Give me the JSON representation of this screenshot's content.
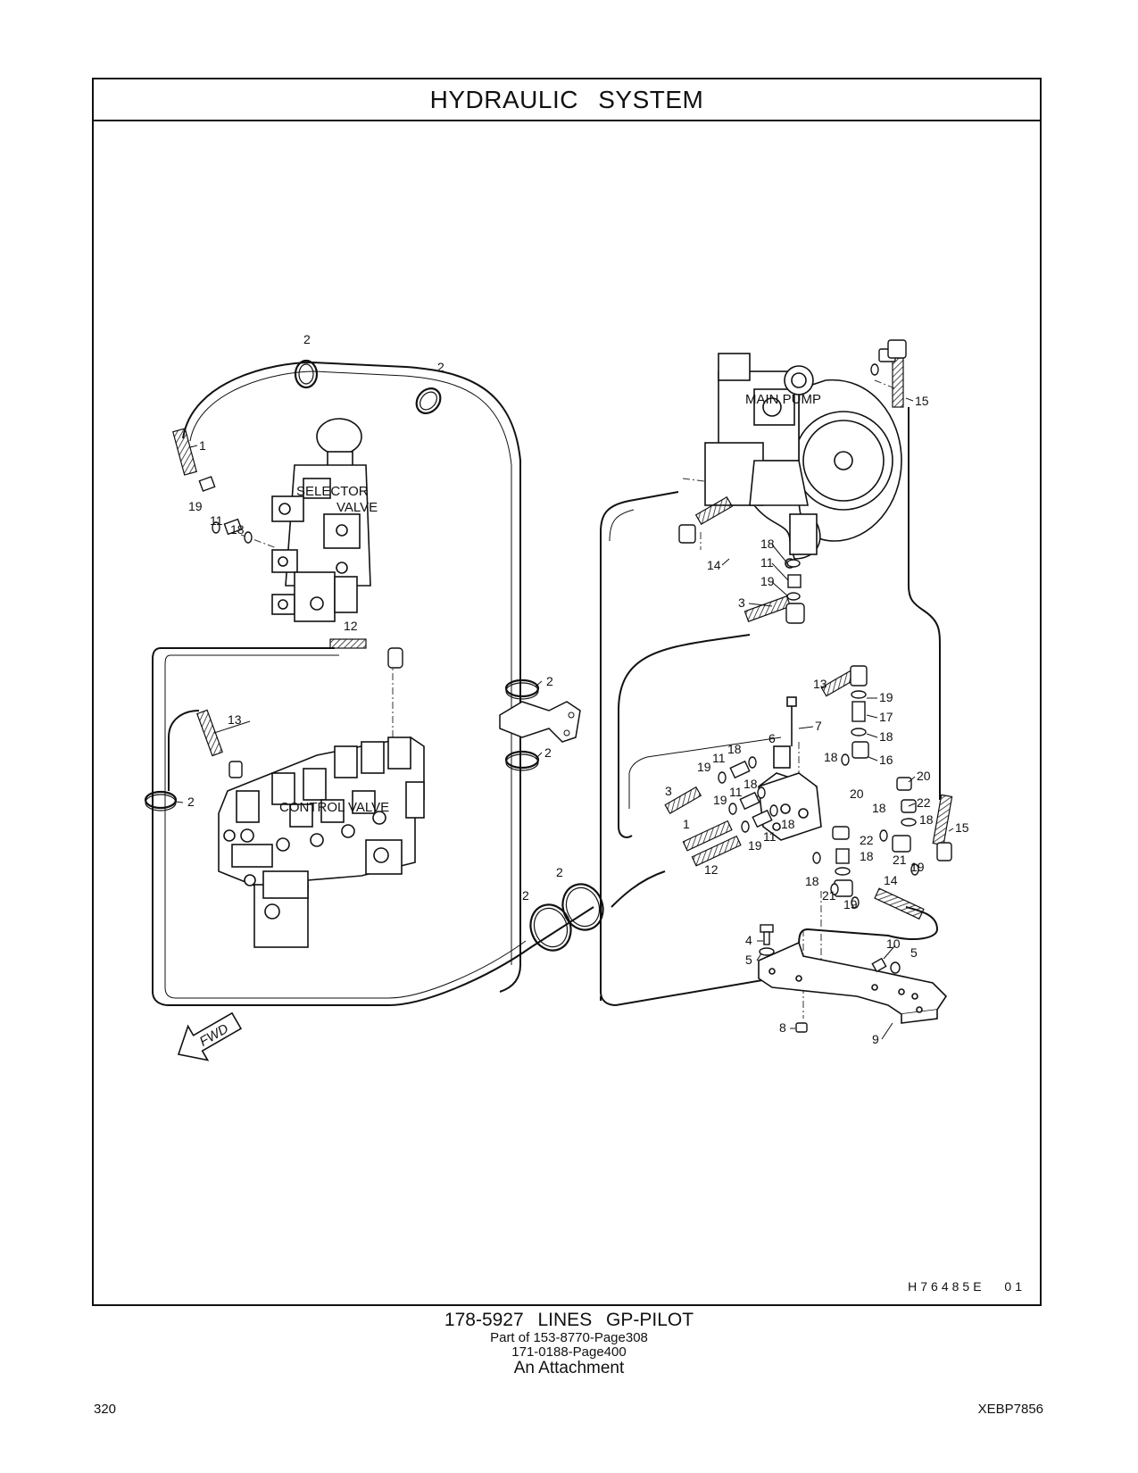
{
  "header": {
    "title": "HYDRAULIC SYSTEM"
  },
  "labels": {
    "selector_valve_line1": "SELECTOR",
    "selector_valve_line2": "VALVE",
    "main_pump": "MAIN PUMP",
    "control_valve": "CONTROL VALVE",
    "fwd": "FWD"
  },
  "callouts": [
    "1",
    "2",
    "3",
    "4",
    "5",
    "6",
    "7",
    "8",
    "9",
    "10",
    "11",
    "12",
    "13",
    "14",
    "15",
    "16",
    "17",
    "18",
    "19",
    "20",
    "21",
    "22"
  ],
  "drawing_code": "H76485E 01",
  "caption": {
    "title": "178-5927 LINES GP-PILOT",
    "part_of": "Part of 153-8770-Page308",
    "ref": "171-0188-Page400",
    "attachment": "An Attachment"
  },
  "footer": {
    "page_number": "320",
    "doc_code": "XEBP7856"
  }
}
